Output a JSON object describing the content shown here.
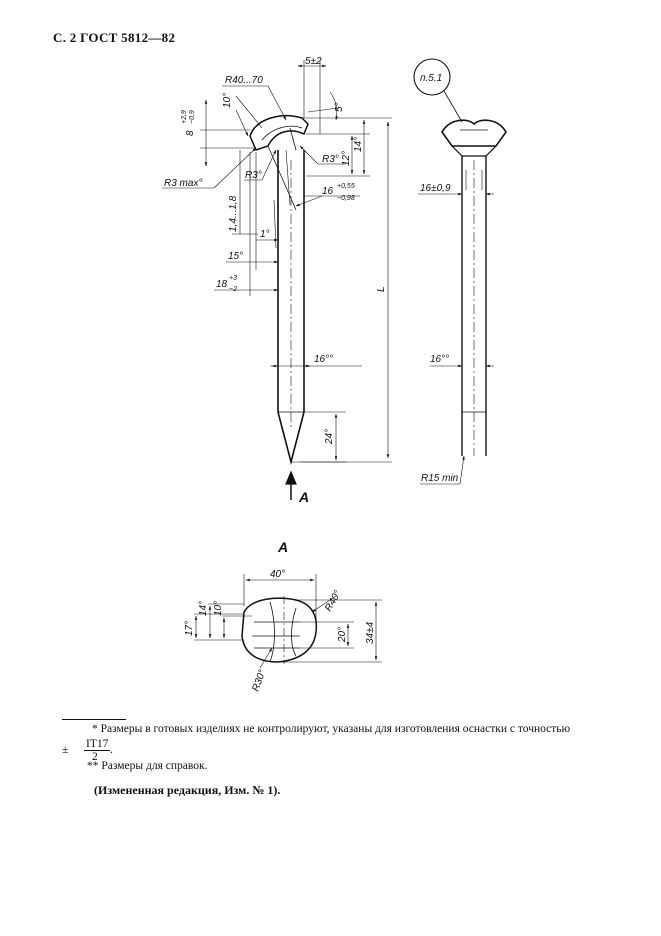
{
  "header": {
    "title": "С. 2 ГОСТ 5812—82"
  },
  "drawing": {
    "side_view": {
      "callouts": [
        "5±2",
        "R40...70",
        "10°",
        "8",
        "+2,9",
        "−0,9",
        "5°",
        "14°",
        "12°",
        "R3°",
        "R3 max°",
        "R3°",
        "16",
        "+0,55",
        "−0,98",
        "1,4...1,8",
        "1°",
        "15°",
        "18",
        "+3",
        "−2",
        "L",
        "16°°",
        "24°"
      ],
      "view_arrow_label": "A"
    },
    "front_view": {
      "callouts": [
        "п.5.1",
        "16±0,9",
        "16°°",
        "R15 min"
      ]
    },
    "section_a": {
      "title": "A",
      "callouts": [
        "40°",
        "R40°",
        "17°",
        "14°",
        "10°",
        "20°",
        "34±4",
        "R30°"
      ]
    }
  },
  "footnotes": {
    "note1_text": "* Размеры в готовых изделиях не контролируют, указаны для изготовления оснастки с точностью",
    "note1_tol_sign": "±",
    "note1_tol_num": "IT17",
    "note1_tol_den": "2",
    "note1_end": ".",
    "note2_text": "** Размеры для справок."
  },
  "revision": "(Измененная редакция, Изм. № 1)."
}
